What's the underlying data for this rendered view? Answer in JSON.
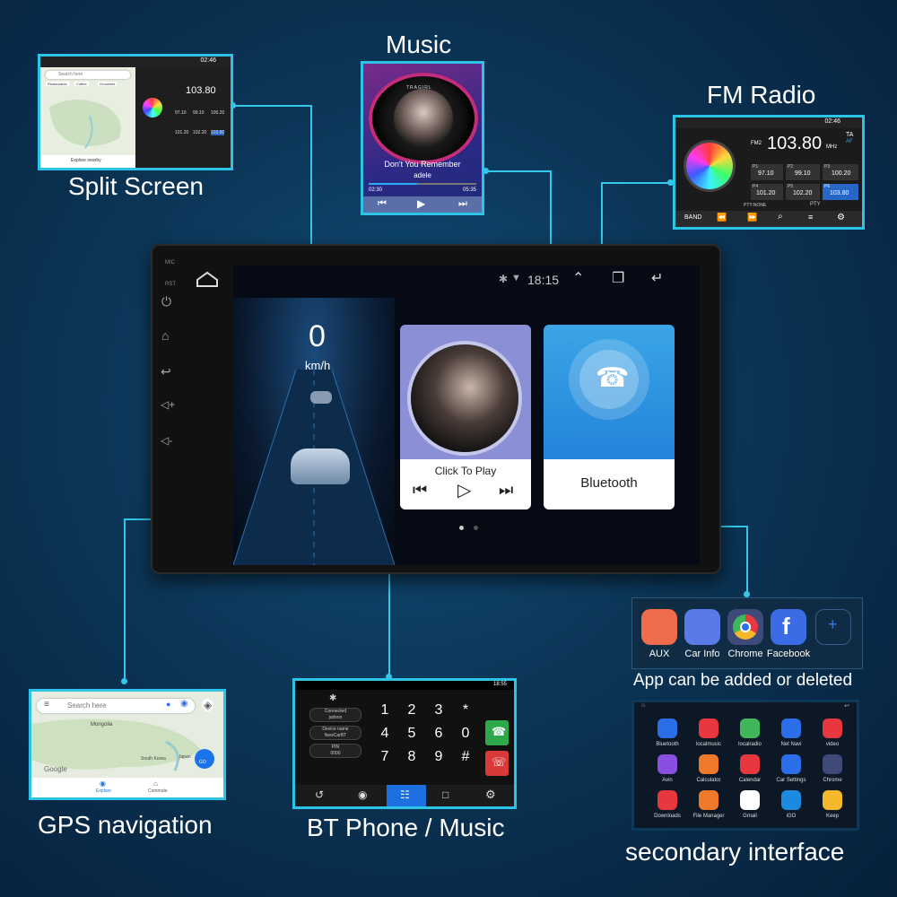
{
  "labels": {
    "music": "Music",
    "fm_radio": "FM Radio",
    "split_screen": "Split Screen",
    "gps": "GPS navigation",
    "bt": "BT Phone / Music",
    "secondary": "secondary interface",
    "apps_note": "App can be added or deleted"
  },
  "main_screen": {
    "time": "18:15",
    "speed": "0",
    "speed_unit": "km/h",
    "music_card": "Click To Play",
    "bt_card": "Bluetooth"
  },
  "side_buttons": [
    "MIC",
    "RST"
  ],
  "music_panel": {
    "song": "Don't You Remember",
    "artist": "adele",
    "elapsed": "02:30",
    "total": "05:35",
    "disc_text": "TRAGIRL"
  },
  "fm_panel": {
    "time": "02:46",
    "freq": "103.80",
    "unit": "MHz",
    "band": "FM2",
    "ta": "TA",
    "af": "AF",
    "presets": [
      {
        "id": "P1",
        "freq": "97.10"
      },
      {
        "id": "P2",
        "freq": "99.10"
      },
      {
        "id": "P3",
        "freq": "100.20"
      },
      {
        "id": "P4",
        "freq": "101.20"
      },
      {
        "id": "P5",
        "freq": "102.20"
      },
      {
        "id": "P6",
        "freq": "103.80"
      }
    ],
    "pty_left": "PTY:NONE",
    "pty_right": "PTY",
    "band_button": "BAND"
  },
  "split_panel": {
    "time": "02:46",
    "freq": "103.80",
    "search": "Search here",
    "explore": "Explore nearby",
    "chips": [
      "Restaurants",
      "Coffee",
      "Groceries"
    ],
    "presets": [
      "97.10",
      "99.10",
      "100.20",
      "101.20",
      "102.20",
      "103.80"
    ]
  },
  "gps_panel": {
    "search": "Search here",
    "map_labels": [
      "Mongolia",
      "South Korea",
      "Japan"
    ],
    "go": "GO",
    "brand": "Google",
    "tabs": [
      "Explore",
      "Commute"
    ]
  },
  "bt_panel": {
    "time": "18:55",
    "status": [
      "Connected",
      "judson"
    ],
    "device_label": "Device name",
    "device_name": "NewCarBT",
    "pin_label": "PIN",
    "pin": "0000",
    "keys": [
      "1",
      "2",
      "3",
      "*",
      "4",
      "5",
      "6",
      "0",
      "7",
      "8",
      "9",
      "#"
    ]
  },
  "apps_row": [
    {
      "name": "AUX",
      "color": "#ef6d4b"
    },
    {
      "name": "Car Info",
      "color": "#5a7ae6"
    },
    {
      "name": "Chrome",
      "color": "#3d4a7a"
    },
    {
      "name": "Facebook",
      "color": "#3b6ce6"
    }
  ],
  "secondary_apps": [
    {
      "name": "Bluetooth",
      "color": "#2b6fe8"
    },
    {
      "name": "localmusic",
      "color": "#e8373f"
    },
    {
      "name": "localradio",
      "color": "#3fb65a"
    },
    {
      "name": "Net Navi",
      "color": "#2b6fe8"
    },
    {
      "name": "video",
      "color": "#e8373f"
    },
    {
      "name": "Avin",
      "color": "#8a4fe0"
    },
    {
      "name": "Calculator",
      "color": "#f07a2a"
    },
    {
      "name": "Calendar",
      "color": "#e8373f"
    },
    {
      "name": "Car Settings",
      "color": "#2b6fe8"
    },
    {
      "name": "Chrome",
      "color": "#3d4a7a"
    },
    {
      "name": "Downloads",
      "color": "#e8373f"
    },
    {
      "name": "File Manager",
      "color": "#f07a2a"
    },
    {
      "name": "Gmail",
      "color": "#ffffff"
    },
    {
      "name": "iGO",
      "color": "#1a8be0"
    },
    {
      "name": "Keep",
      "color": "#f5b82a"
    }
  ],
  "colors": {
    "accent": "#35c7ea",
    "card_purple": "#8a8fd6",
    "card_blue": "#3aa5e6"
  }
}
